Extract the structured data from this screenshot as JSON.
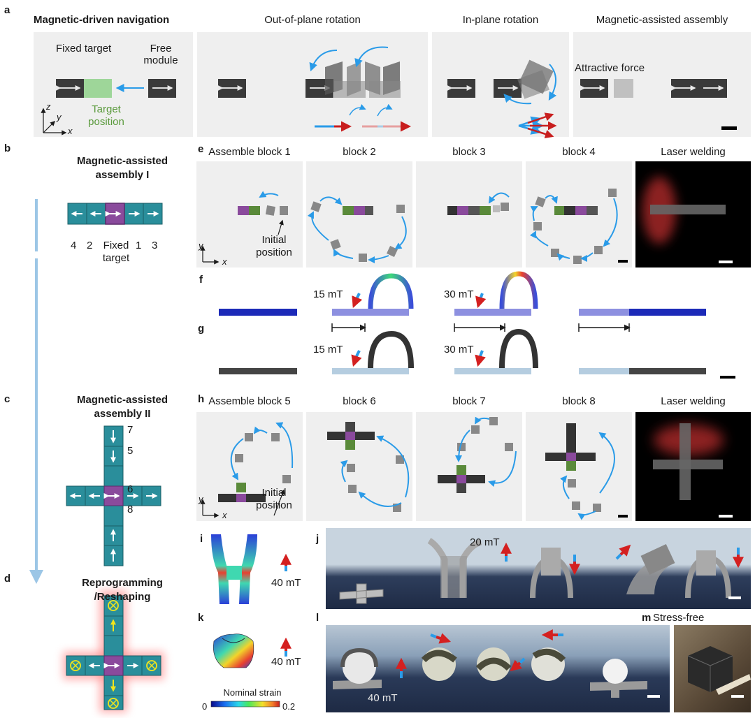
{
  "labels": {
    "a": "a",
    "b": "b",
    "c": "c",
    "d": "d",
    "e": "e",
    "f": "f",
    "g": "g",
    "h": "h",
    "i": "i",
    "j": "j",
    "k": "k",
    "l": "l",
    "m": "m"
  },
  "panel_a": {
    "titles": [
      "Magnetic-driven navigation",
      "Out-of-plane rotation",
      "In-plane rotation",
      "Magnetic-assisted assembly"
    ],
    "fixed_target": "Fixed target",
    "free_module": "Free module",
    "target_position": "Target position",
    "attractive_force": "Attractive force",
    "axis": {
      "z": "z",
      "y": "y",
      "x": "x"
    }
  },
  "panel_b": {
    "title": "Magnetic-assisted assembly I",
    "row_labels": [
      "4",
      "2",
      "Fixed target",
      "1",
      "3"
    ]
  },
  "panel_c": {
    "title": "Magnetic-assisted assembly II",
    "numbers": [
      "7",
      "5",
      "6",
      "8"
    ]
  },
  "panel_d": {
    "title": "Reprogramming /Reshaping"
  },
  "panel_e": {
    "titles": [
      "Assemble block 1",
      "block 2",
      "block 3",
      "block 4",
      "Laser welding"
    ],
    "initial_position": "Initial position",
    "axis": {
      "y": "y",
      "x": "x"
    }
  },
  "panel_fg": {
    "fields": [
      "15 mT",
      "30 mT",
      "15 mT",
      "30 mT"
    ]
  },
  "panel_h": {
    "titles": [
      "Assemble block 5",
      "block 6",
      "block 7",
      "block 8",
      "Laser welding"
    ],
    "initial_position": "Initial position",
    "axis": {
      "y": "y",
      "x": "x"
    }
  },
  "panel_ij": {
    "field_i": "40 mT",
    "field_j": "20 mT"
  },
  "panel_kl": {
    "field_k": "40 mT",
    "field_l": "40 mT",
    "strain_title": "Nominal strain",
    "strain_min": "0",
    "strain_max": "0.2"
  },
  "panel_m": {
    "title": "Stress-free"
  },
  "colors": {
    "arrow_blue": "#2a9be8",
    "module_teal": "#2a8e9b",
    "module_purple": "#8a4a9c",
    "target_green": "#8fd18a",
    "field_red": "#d42020"
  }
}
